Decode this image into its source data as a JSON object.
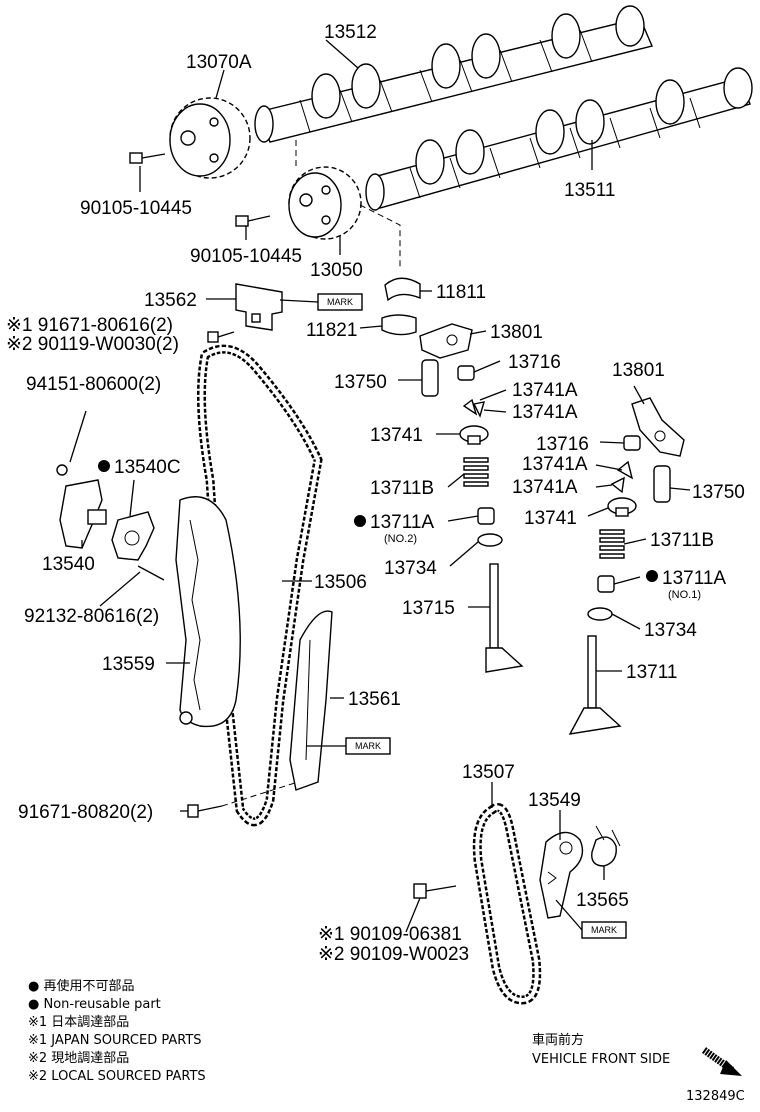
{
  "callouts": {
    "p13512": "13512",
    "p13070A": "13070A",
    "p13511": "13511",
    "p90105_a": "90105-10445",
    "p90105_b": "90105-10445",
    "p13050": "13050",
    "p13562": "13562",
    "p11811": "11811",
    "p11821": "11821",
    "p13801_a": "13801",
    "p91671_80616": "※1 91671-80616(2)",
    "p90119": "※2 90119-W0030(2)",
    "p13716_a": "13716",
    "p13750_a": "13750",
    "p94151": "94151-80600(2)",
    "p13741A_1": "13741A",
    "p13741A_2": "13741A",
    "p13801_b": "13801",
    "p13741_a": "13741",
    "p13716_b": "13716",
    "p13540C": "13540C",
    "p13711B_a": "13711B",
    "p13741A_3": "13741A",
    "p13741A_4": "13741A",
    "p13750_b": "13750",
    "p13741_b": "13741",
    "p13711A_a": "13711A",
    "no2": "(NO.2)",
    "p13540": "13540",
    "p13711B_b": "13711B",
    "p13734_a": "13734",
    "p13711A_b": "13711A",
    "no1": "(NO.1)",
    "p13506": "13506",
    "p92132": "92132-80616(2)",
    "p13715": "13715",
    "p13734_b": "13734",
    "p13559": "13559",
    "p13711": "13711",
    "p13561": "13561",
    "p91671_80820": "91671-80820(2)",
    "p13507": "13507",
    "p13549": "13549",
    "p13565": "13565",
    "p90109_06381": "※1 90109-06381",
    "p90109_W0023": "※2 90109-W0023"
  },
  "mark_label": "MARK",
  "legend": {
    "l1": "● 再使用不可部品",
    "l2": "● Non-reusable part",
    "l3": "※1 日本調達部品",
    "l4": "※1 JAPAN SOURCED PARTS",
    "l5": "※2 現地調達部品",
    "l6": "※2 LOCAL SOURCED PARTS"
  },
  "front": {
    "jp": "車両前方",
    "en": "VEHICLE FRONT SIDE"
  },
  "diagram_id": "132849C"
}
